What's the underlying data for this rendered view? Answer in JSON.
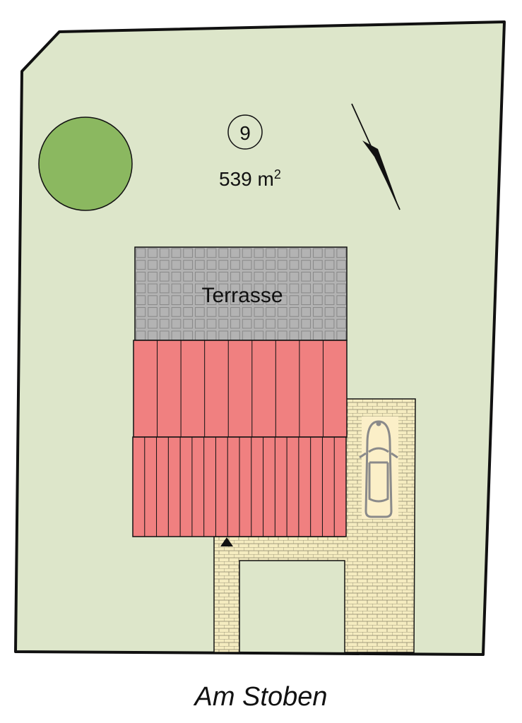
{
  "plot": {
    "number": "9",
    "area_value": "539 m",
    "area_unit_exp": "2"
  },
  "house": {
    "terrace_label": "Terrasse"
  },
  "street": {
    "name": "Am Stoben"
  },
  "colors": {
    "lawn": "#dde6ca",
    "tree": "#8bb860",
    "terrace": "#b3b3b3",
    "roof": "#f08080",
    "paving": "#f5ecc0",
    "car_body": "#fbefc8",
    "car_outline": "#8a8a8a",
    "outline": "#111111"
  },
  "icons": {
    "north_arrow": "north-arrow-icon",
    "entrance": "entrance-triangle-icon",
    "car": "car-icon",
    "tree": "tree-icon"
  }
}
